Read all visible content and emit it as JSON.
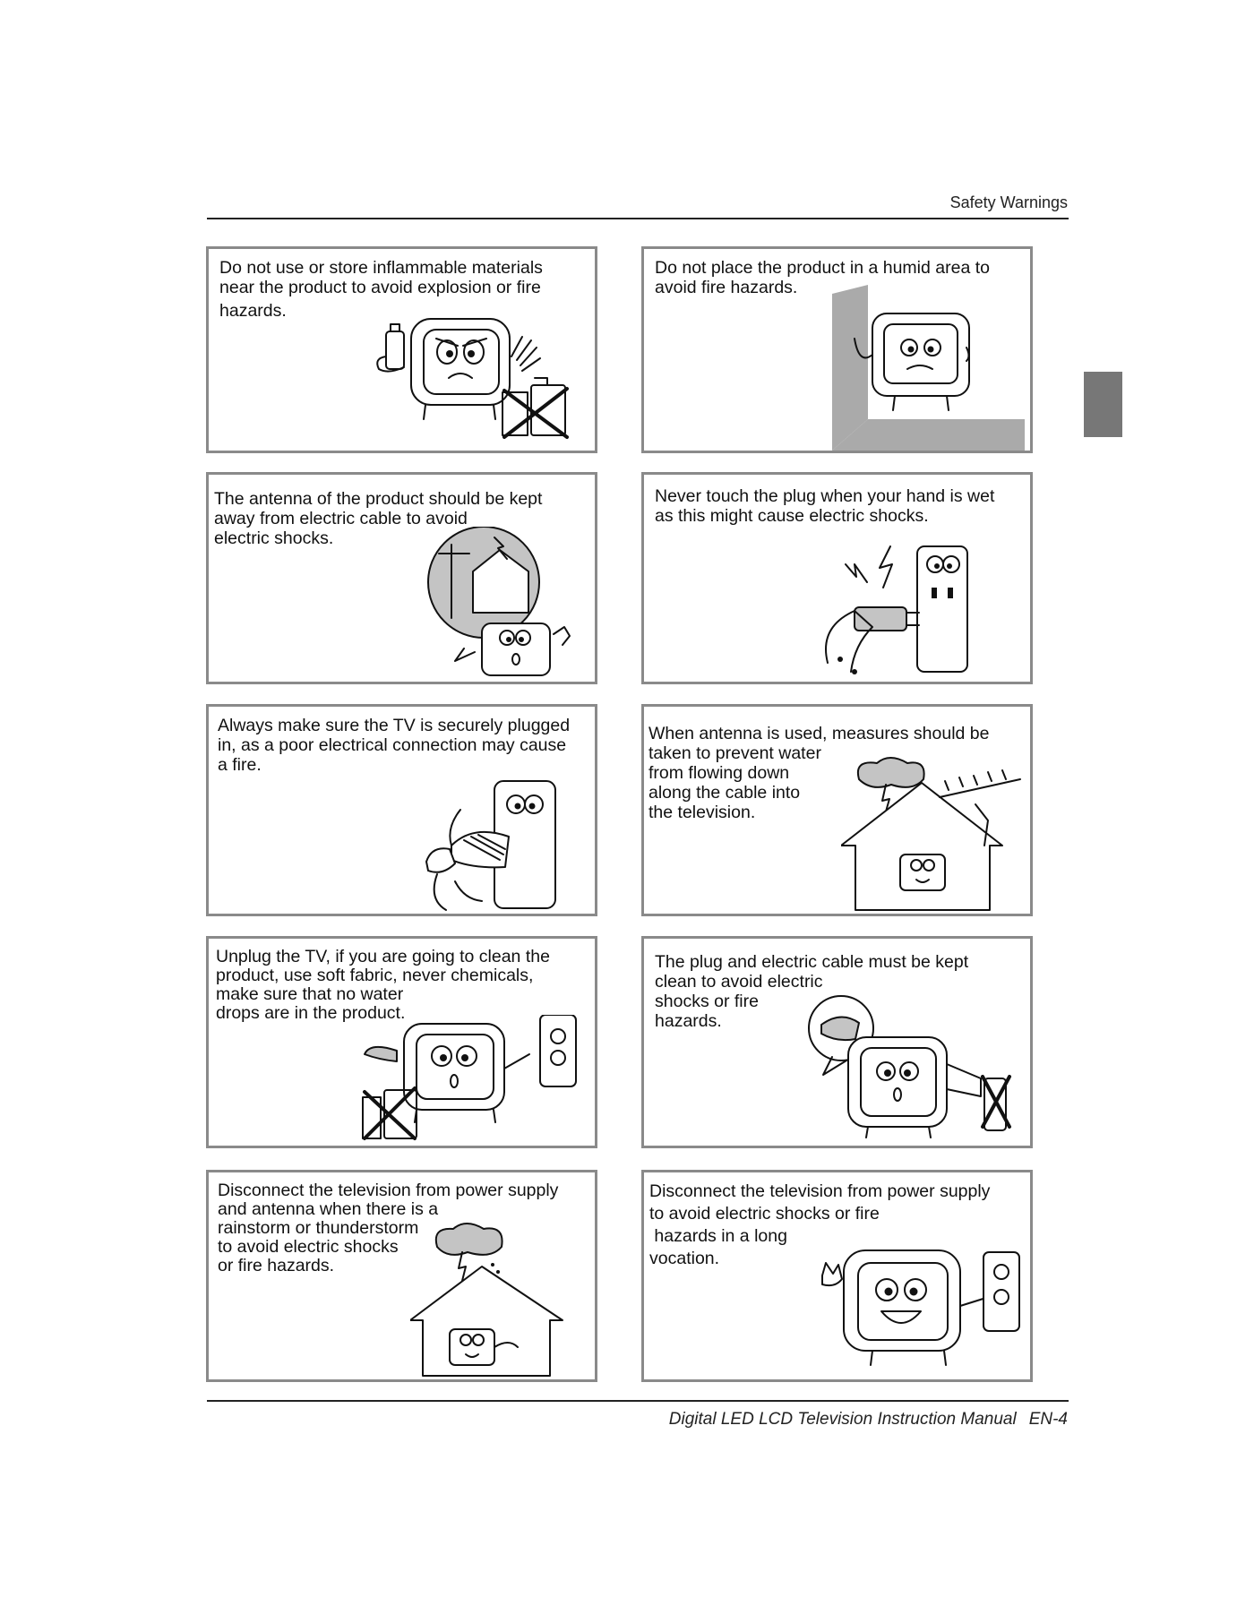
{
  "header": {
    "section_title": "Safety Warnings"
  },
  "footer": {
    "manual_title": "Digital LED LCD Television Instruction Manual",
    "page_number": "EN-4"
  },
  "panels": [
    {
      "lines": [
        "Do not use or store inflammable materials",
        "near the product to avoid explosion or fire",
        "hazards."
      ],
      "illustration": "tv-refusing-inflammables-icon"
    },
    {
      "lines": [
        "Do not place the product in a humid area to",
        "avoid fire hazards."
      ],
      "illustration": "tv-in-humid-corner-icon"
    },
    {
      "lines": [
        "The antenna of the product should be kept",
        "away from electric cable to avoid",
        "electric shocks."
      ],
      "illustration": "antenna-near-cable-icon"
    },
    {
      "lines": [
        "Never touch the plug when your hand is wet",
        "as this might cause electric shocks."
      ],
      "illustration": "wet-hand-plug-icon"
    },
    {
      "lines": [
        "Always make sure the TV is securely plugged",
        "in, as a poor electrical connection may cause",
        "a fire."
      ],
      "illustration": "secure-plug-icon"
    },
    {
      "lines": [
        "When antenna is used, measures should be",
        "taken to prevent water",
        "from flowing down",
        "along the cable into",
        "the television."
      ],
      "illustration": "house-antenna-rain-icon"
    },
    {
      "lines": [
        "Unplug the TV, if you are going to clean the",
        "product, use soft fabric, never chemicals,",
        "make sure that no water",
        "drops are in the product."
      ],
      "illustration": "tv-cleaning-icon"
    },
    {
      "lines": [
        "The plug and electric cable must be kept",
        "clean to avoid electric",
        "shocks or fire",
        "hazards."
      ],
      "illustration": "clean-plug-icon"
    },
    {
      "lines": [
        "Disconnect the television from power supply",
        "and antenna when there is a",
        "rainstorm or thunderstorm",
        "to avoid electric shocks",
        "or fire hazards."
      ],
      "illustration": "thunderstorm-house-icon"
    },
    {
      "lines": [
        "Disconnect the television from power supply",
        "to avoid electric shocks or fire",
        " hazards in a long",
        "vocation."
      ],
      "illustration": "tv-unplug-vacation-icon"
    }
  ]
}
